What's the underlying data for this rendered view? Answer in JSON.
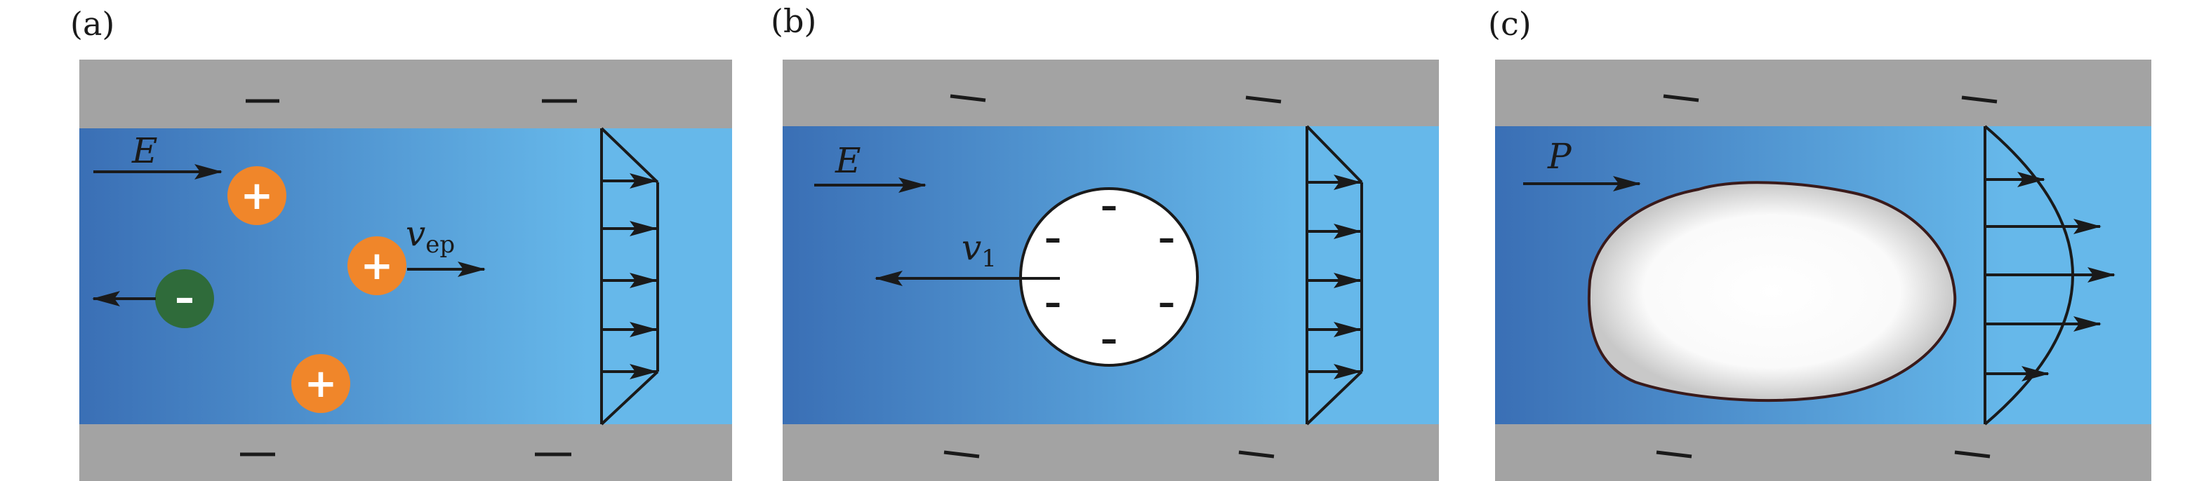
{
  "figure": {
    "panels": [
      {
        "id": "a",
        "label": "(a)",
        "field_label": "E",
        "velocity_symbol": "v",
        "velocity_subscript": "ep",
        "wall_charge": "–",
        "positive_ion": "+",
        "negative_ion": "–"
      },
      {
        "id": "b",
        "label": "(b)",
        "field_label": "E",
        "velocity_symbol": "v",
        "velocity_subscript": "1",
        "wall_charge": "–",
        "particle_charge": "–"
      },
      {
        "id": "c",
        "label": "(c)",
        "field_label": "P",
        "wall_charge": "–"
      }
    ]
  },
  "colors": {
    "wall": "#a3a3a3",
    "fluid_dark": "#3a6fb5",
    "fluid_light": "#66b8ea",
    "positive_ion": "#f0862a",
    "negative_ion": "#2f6b3a",
    "line": "#1a1a1a"
  }
}
